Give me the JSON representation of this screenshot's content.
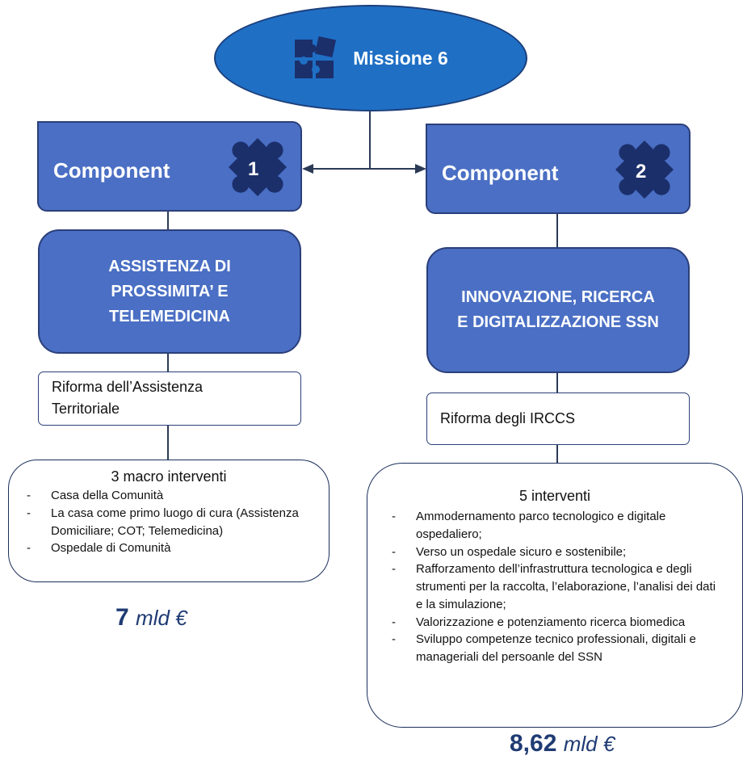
{
  "mission": {
    "label": "Missione 6"
  },
  "components": [
    {
      "label": "Component",
      "number": "1",
      "theme": [
        "ASSISTENZA DI",
        "PROSSIMITA’ E",
        "TELEMEDICINA"
      ],
      "reform": [
        "Riforma dell’Assistenza",
        "Territoriale"
      ],
      "interventions_title": "3 macro interventi",
      "interventions": [
        "Casa della Comunità",
        "La casa come primo luogo di cura (Assistenza Domiciliare; COT; Telemedicina)",
        "Ospedale di Comunità"
      ],
      "amount_value": "7",
      "amount_unit": "mld €"
    },
    {
      "label": "Component",
      "number": "2",
      "theme": [
        "INNOVAZIONE, RICERCA",
        "E DIGITALIZZAZIONE SSN"
      ],
      "reform": [
        "Riforma degli IRCCS"
      ],
      "interventions_title": "5 interventi",
      "interventions": [
        "Ammodernamento parco tecnologico e digitale ospedaliero;",
        "Verso un ospedale sicuro e sostenibile;",
        "Rafforzamento dell’infrastruttura tecnologica e degli strumenti per la raccolta, l’elaborazione, l’analisi dei dati e la simulazione;",
        "Valorizzazione e potenziamento ricerca biomedica",
        "Sviluppo competenze tecnico professionali, digitali e manageriali del persoanle del SSN"
      ],
      "amount_value": "8,62",
      "amount_unit": "mld €"
    }
  ],
  "colors": {
    "mission_fill": "#1f6fc5",
    "box_fill": "#4a6fc4",
    "puzzle": "#1b2f6b",
    "amount_text": "#1f3b73"
  },
  "icons": {
    "mission": "puzzle-pieces-icon",
    "component": "puzzle-piece-icon"
  }
}
